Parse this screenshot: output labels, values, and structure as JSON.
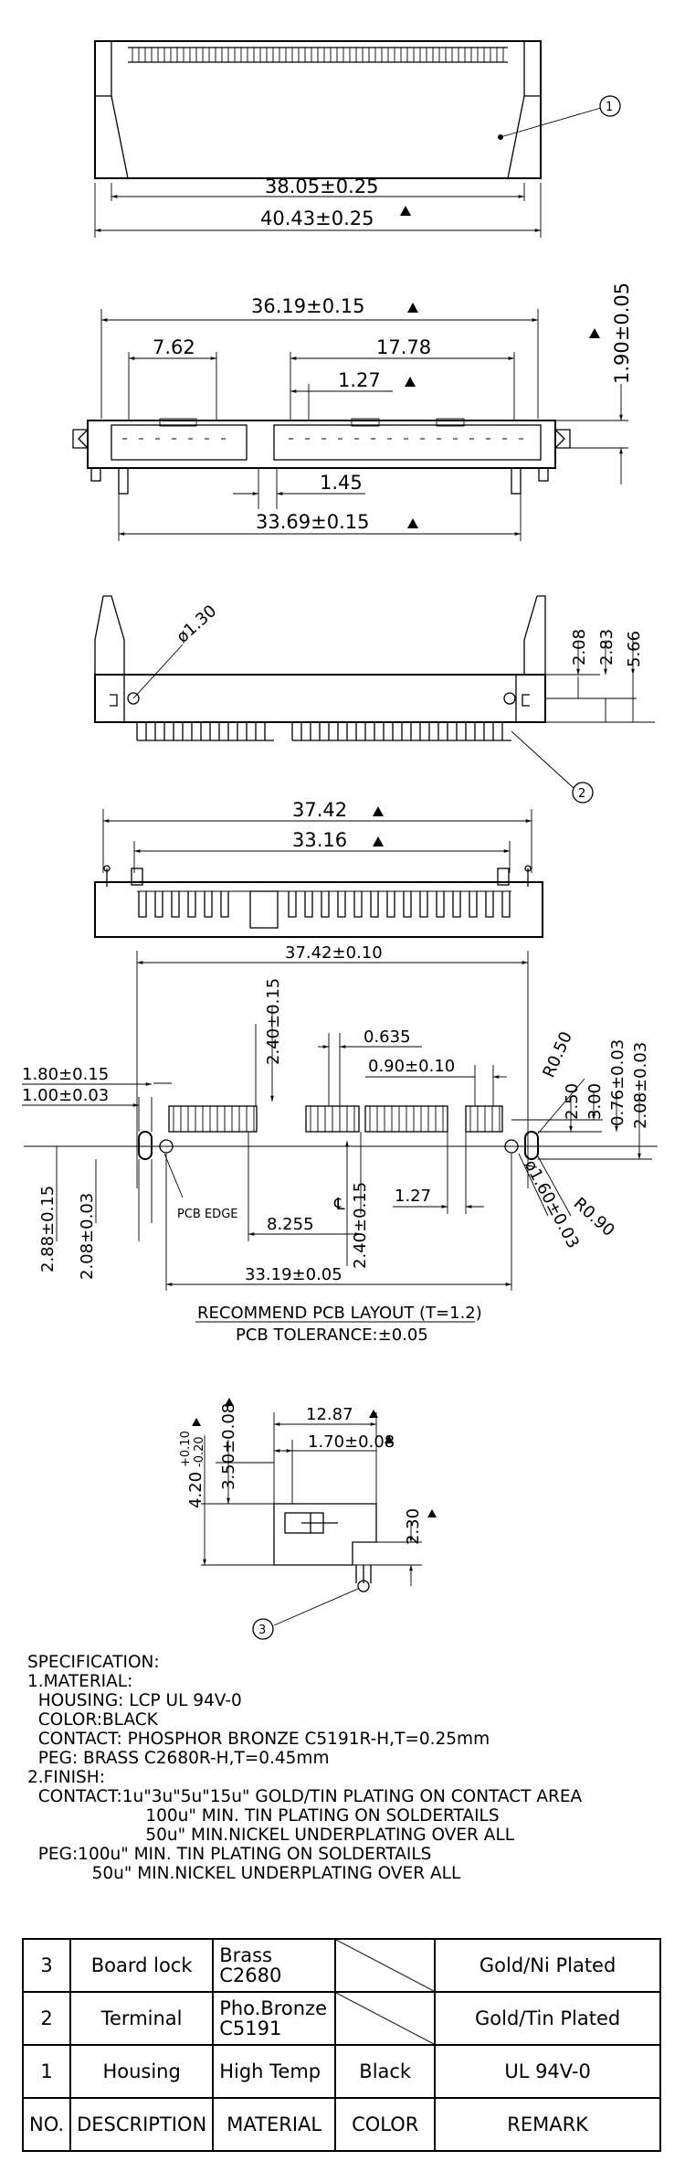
{
  "drawing": {
    "top_view": {
      "dim_inner": "38.05±0.25",
      "dim_outer": "40.43±0.25",
      "balloon": "1"
    },
    "front_view": {
      "dim_overall": "36.19±0.15",
      "dim_left_group": "7.62",
      "dim_right_group": "17.78",
      "dim_pitch": "1.27",
      "dim_gap": "1.45",
      "dim_pcb": "33.69±0.15",
      "dim_height": "1.90±0.05"
    },
    "side_view": {
      "dim_hole": "ø1.30",
      "dim_a": "2.08",
      "dim_b": "2.83",
      "dim_c": "5.66",
      "balloon": "2"
    },
    "bottom_view": {
      "dim_outer": "37.42",
      "dim_inner": "33.16"
    },
    "pcb_layout": {
      "dim_overall": "37.42±0.10",
      "dim_top": "2.40±0.15",
      "dim_pad": "0.635",
      "dim_pad_pitch": "0.90±0.10",
      "dim_left_a": "1.80±0.15",
      "dim_left_b": "1.00±0.03",
      "dim_r_top": "R0.50",
      "dim_r_250": "2.50",
      "dim_r_300": "3.00",
      "dim_r_076": "0.76±0.03",
      "dim_r_208": "2.08±0.03",
      "dim_pitch": "1.27",
      "dim_hole": "ø1.60±0.03",
      "dim_r_bottom": "R0.90",
      "dim_bottom_left_a": "2.88±0.15",
      "dim_bottom_left_b": "2.08±0.03",
      "dim_8255": "8.255",
      "dim_bottom_240": "2.40±0.15",
      "dim_bottom_overall": "33.19±0.05",
      "pcb_edge": "PCB EDGE",
      "center_mark": "℄",
      "title": "RECOMMEND PCB LAYOUT (T=1.2)",
      "tolerance": "PCB TOLERANCE:±0.05"
    },
    "side_section": {
      "dim_1287": "12.87",
      "dim_170": "1.70±0.08",
      "dim_350": "3.50±0.08",
      "dim_420": "4.20",
      "dim_420_tol_plus": "+0.10",
      "dim_420_tol_minus": "-0.20",
      "dim_230": "2.30",
      "balloon": "3"
    }
  },
  "specification": {
    "title": "SPECIFICATION:",
    "lines": [
      "1.MATERIAL:",
      "  HOUSING: LCP UL 94V-0",
      "  COLOR:BLACK",
      "  CONTACT: PHOSPHOR BRONZE C5191R-H,T=0.25mm",
      "  PEG: BRASS C2680R-H,T=0.45mm",
      "2.FINISH:",
      "  CONTACT:1u\"3u\"5u\"15u\" GOLD/TIN PLATING ON CONTACT AREA",
      "                      100u\" MIN. TIN PLATING ON SOLDERTAILS",
      "                      50u\" MIN.NICKEL UNDERPLATING OVER ALL",
      "  PEG:100u\" MIN. TIN PLATING ON SOLDERTAILS",
      "            50u\" MIN.NICKEL UNDERPLATING OVER ALL"
    ]
  },
  "bom": {
    "rows": [
      {
        "no": "3",
        "description": "Board lock",
        "material": "Brass\nC2680",
        "color": "",
        "remark": "Gold/Ni Plated"
      },
      {
        "no": "2",
        "description": "Terminal",
        "material": "Pho.Bronze\nC5191",
        "color": "",
        "remark": "Gold/Tin Plated"
      },
      {
        "no": "1",
        "description": "Housing",
        "material": "High Temp",
        "color": "Black",
        "remark": "UL 94V-0"
      }
    ],
    "header": {
      "no": "NO.",
      "description": "DESCRIPTION",
      "material": "MATERIAL",
      "color": "COLOR",
      "remark": "REMARK"
    }
  }
}
